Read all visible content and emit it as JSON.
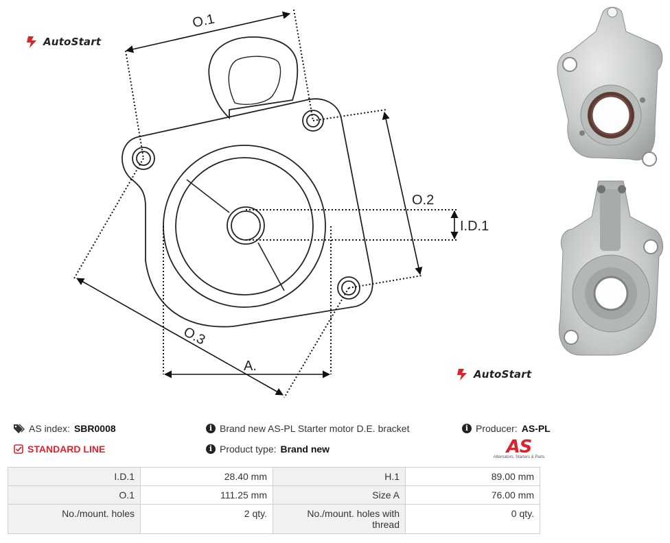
{
  "brand": {
    "logo_text": "AutoStart"
  },
  "drawing": {
    "labels": {
      "o1": "O.1",
      "o2": "O.2",
      "o3": "O.3",
      "id1": "I.D.1",
      "a": "A."
    }
  },
  "info": {
    "as_index_label": "AS index:",
    "as_index_value": "SBR0008",
    "line": "STANDARD LINE",
    "description": "Brand new AS-PL Starter motor D.E. bracket",
    "product_type_label": "Product type:",
    "product_type_value": "Brand new",
    "producer_label": "Producer:",
    "producer_value": "AS-PL"
  },
  "as_logo": {
    "mark": "AS",
    "tagline": "Alternators, Starters & Parts"
  },
  "specs": {
    "rows": [
      {
        "l1": "I.D.1",
        "v1": "28.40 mm",
        "l2": "H.1",
        "v2": "89.00 mm"
      },
      {
        "l1": "O.1",
        "v1": "111.25 mm",
        "l2": "Size A",
        "v2": "76.00 mm"
      },
      {
        "l1": "No./mount. holes",
        "v1": "2 qty.",
        "l2": "No./mount. holes with thread",
        "v2": "0 qty."
      }
    ]
  },
  "colors": {
    "accent": "#d9232d",
    "label_bg": "#f1f1f1",
    "border": "#d0d0d0"
  }
}
